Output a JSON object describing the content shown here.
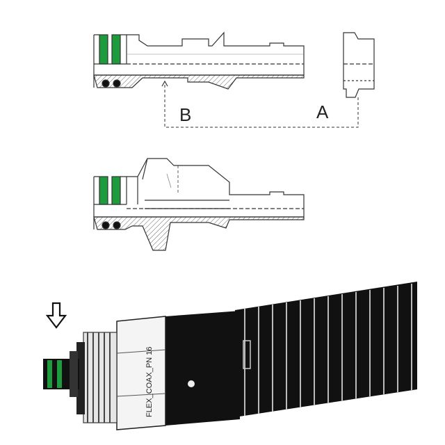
{
  "labels": {
    "a": "A",
    "b": "B",
    "product_marking": "FLEX_COAX_PN 16"
  },
  "icons": {
    "direction_arrow": "down-arrow-icon"
  },
  "colors": {
    "o_ring_green": "#1e9b3c",
    "hose_black": "#111111",
    "line_dark": "#333333"
  }
}
